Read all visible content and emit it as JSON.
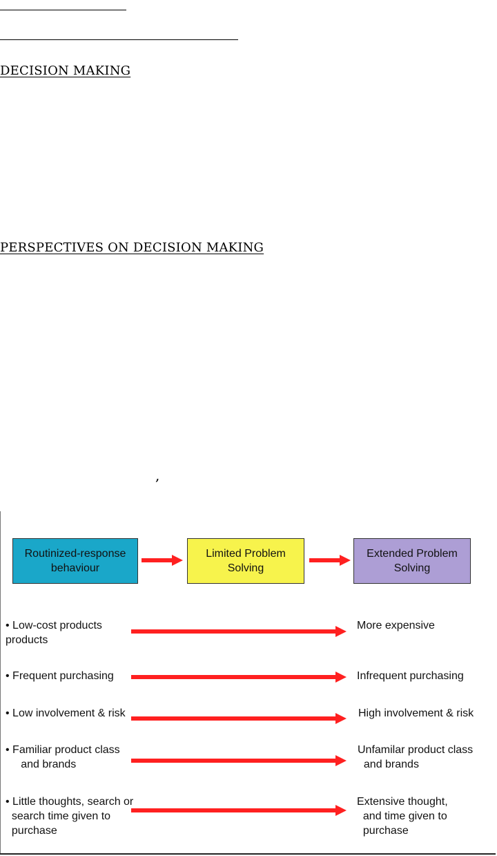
{
  "document": {
    "heading_decision": "DECISION MAKING",
    "heading_perspectives": "PERSPECTIVES ON DECISION MAKING",
    "stray_mark": ","
  },
  "figure": {
    "arrow_color": "#ff2020",
    "stages": [
      {
        "label": "Routinized-response\nbehaviour",
        "color": "#1aa7c9"
      },
      {
        "label": "Limited Problem\nSolving",
        "color": "#f7f34c"
      },
      {
        "label": "Extended Problem\nSolving",
        "color": "#ad9ed5"
      }
    ],
    "rows": [
      {
        "left": "• Low-cost products\nproducts",
        "right": "More expensive"
      },
      {
        "left": "• Frequent purchasing",
        "right": "Infrequent purchasing"
      },
      {
        "left": "• Low involvement & risk",
        "right": "High involvement & risk"
      },
      {
        "left": "• Familiar product class\n     and brands",
        "right": "Unfamilar product class\n  and brands"
      },
      {
        "left": "• Little thoughts, search or\n  search time given to\n  purchase",
        "right": "Extensive thought,\n  and time given to\n  purchase"
      }
    ]
  }
}
